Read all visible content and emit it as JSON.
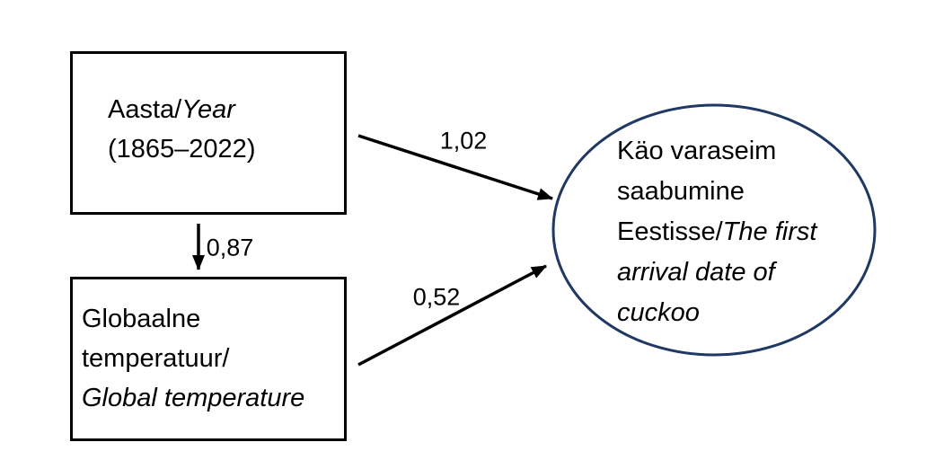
{
  "diagram": {
    "background_color": "#ffffff",
    "box_border_color": "#000000",
    "arrow_color": "#000000",
    "ellipse_border_color": "#1f3864",
    "nodes": {
      "year_box": {
        "line1_regular": "Aasta/",
        "line1_italic": "Year",
        "line2": "(1865–2022)"
      },
      "temperature_box": {
        "line1": "Globaalne",
        "line2": "temperatuur/",
        "line3_italic": "Global temperature"
      },
      "cuckoo_ellipse": {
        "line1": "Käo varaseim",
        "line2": "saabumine",
        "line3_regular": "Eestisse/",
        "line3_italic": "The first",
        "line4_italic": "arrival date of",
        "line5_italic": "cuckoo"
      }
    },
    "edges": {
      "year_to_cuckoo": {
        "label": "1,02"
      },
      "year_to_temperature": {
        "label": "0,87"
      },
      "temperature_to_cuckoo": {
        "label": "0,52"
      }
    }
  }
}
